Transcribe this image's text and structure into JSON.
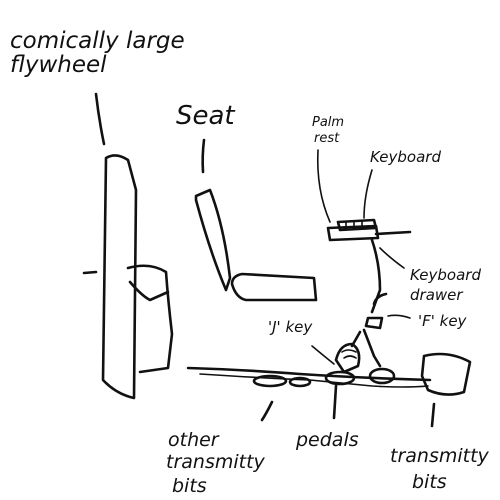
{
  "labels": {
    "flywheel": [
      "comically large",
      "flywheel"
    ],
    "seat": "Seat",
    "palm_rest": [
      "Palm",
      "rest"
    ],
    "keyboard": "Keyboard",
    "keyboard_drawer": [
      "Keyboard",
      "drawer"
    ],
    "j_key": "'J' key",
    "f_key": "'F' key",
    "other_transmitty_bits": [
      "other",
      "transmitty",
      "bits"
    ],
    "pedals": "pedals",
    "transmitty_bits": [
      "transmitty",
      "bits"
    ]
  },
  "colors": {
    "ink": "#111111",
    "background": "#ffffff"
  }
}
